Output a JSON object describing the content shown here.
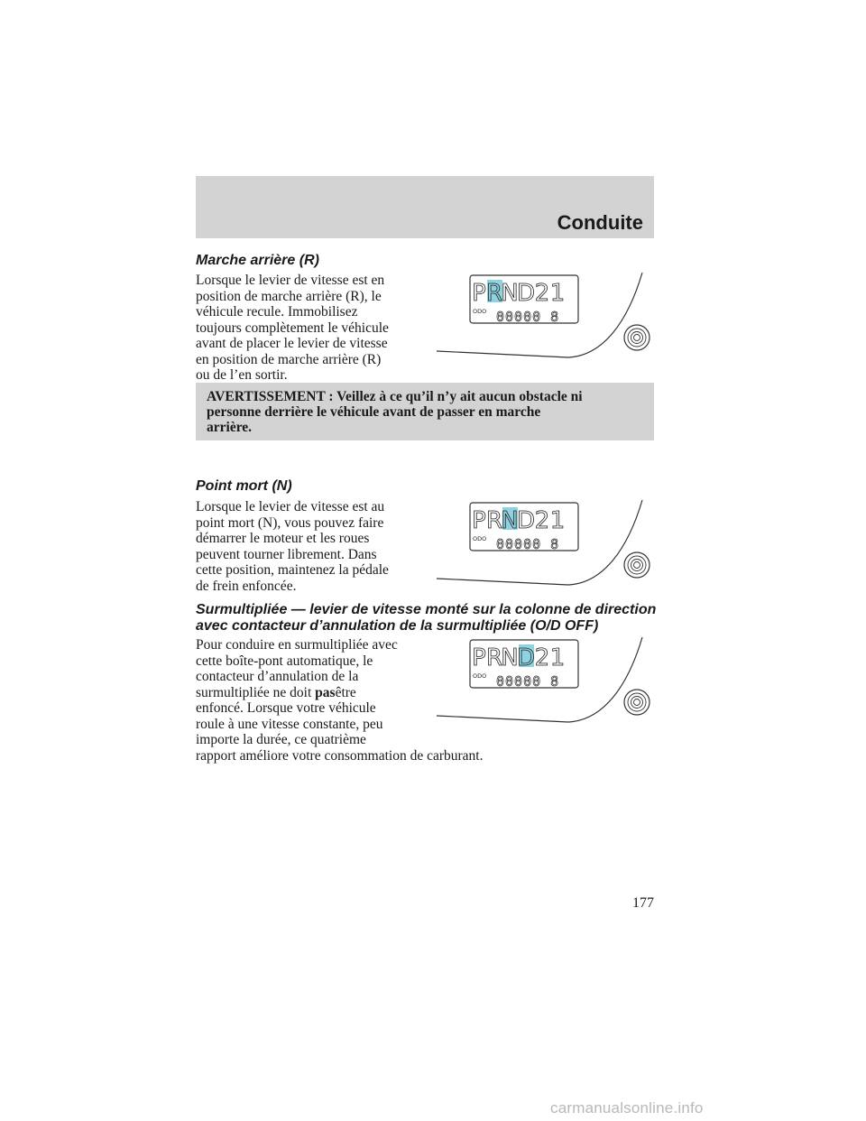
{
  "header": {
    "title": "Conduite"
  },
  "sections": {
    "reverse": {
      "heading": "Marche arrière (R)",
      "lines": [
        "Lorsque le levier de vitesse est en",
        "position de marche arrière (R), le",
        "véhicule recule. Immobilisez",
        "toujours complètement le véhicule",
        "avant de placer le levier de vitesse",
        "en position de marche arrière (R)",
        "ou de l’en sortir."
      ]
    },
    "warning": {
      "lines": [
        "AVERTISSEMENT : Veillez à ce qu’il n’y ait aucun obstacle ni",
        "personne derrière le véhicule avant de passer en marche",
        "arrière."
      ]
    },
    "neutral": {
      "heading": "Point mort (N)",
      "lines": [
        "Lorsque le levier de vitesse est au",
        "point mort (N), vous pouvez faire",
        "démarrer le moteur et les roues",
        "peuvent tourner librement. Dans",
        "cette position, maintenez la pédale",
        "de frein enfoncée."
      ]
    },
    "overdrive": {
      "heading_lines": [
        "Surmultipliée — levier de vitesse monté sur la colonne de direction",
        "avec contacteur d’annulation de la surmultipliée (O/D OFF)"
      ],
      "lines": [
        "Pour conduire en surmultipliée avec",
        "cette boîte-pont automatique, le",
        "contacteur d’annulation de la",
        "surmultipliée ne doit"
      ],
      "bold_word": "pas",
      "after_bold": "être",
      "lines_after": [
        "enfoncé. Lorsque votre véhicule",
        "roule à une vitesse constante, peu",
        "importe la durée, ce quatrième",
        "rapport améliore votre consommation de carburant."
      ]
    }
  },
  "gear_display": {
    "gears": [
      "P",
      "R",
      "N",
      "D",
      "2",
      "1"
    ],
    "odo_label": "ODO",
    "odo_value": "00000 8",
    "highlight_color": "#8fd3e0",
    "displays": [
      {
        "highlighted": "R"
      },
      {
        "highlighted": "N"
      },
      {
        "highlighted": "D"
      }
    ]
  },
  "page_number": "177",
  "watermark": "carmanualsonline.info"
}
